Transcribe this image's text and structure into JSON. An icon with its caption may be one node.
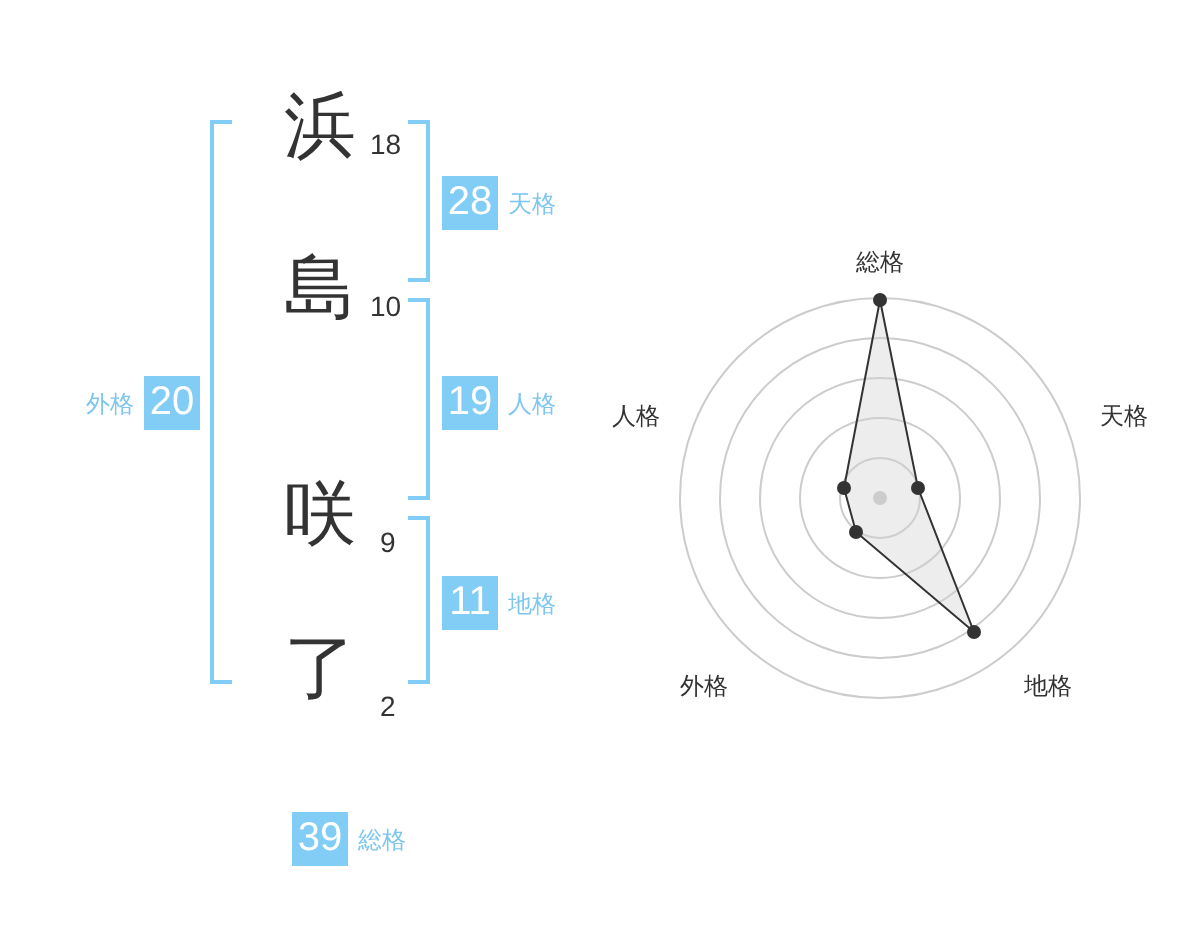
{
  "diagram": {
    "nodes": [
      {
        "text": [
          "28"
        ],
        "beside": [
          "天格"
        ]
      },
      {
        "text": [
          "20"
        ],
        "beside": [
          "外格"
        ]
      },
      {
        "text": [
          "19"
        ],
        "beside": [
          "人格"
        ]
      },
      {
        "text": [
          "11"
        ],
        "beside": [
          "地格"
        ]
      },
      {
        "text": [
          "39"
        ],
        "beside": [
          "総格"
        ]
      }
    ],
    "labels": [
      "浜",
      "18",
      "島",
      "10",
      "咲",
      "9",
      "了",
      "2",
      "総格",
      "人格",
      "天格",
      "外格",
      "地格"
    ]
  }
}
